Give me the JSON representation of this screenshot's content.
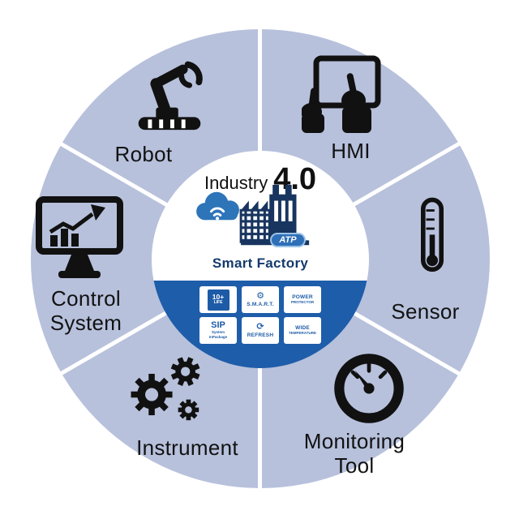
{
  "diagram": {
    "title_regular": "Industry",
    "title_big": "4.0",
    "smart_factory": "Smart Factory",
    "atp": "ATP"
  },
  "segments": [
    {
      "label": "Robot",
      "icon": "robot-arm-icon"
    },
    {
      "label": "HMI",
      "icon": "hmi-touch-tablet-icon"
    },
    {
      "label": "Sensor",
      "icon": "thermometer-icon"
    },
    {
      "label": "Monitoring Tool",
      "icon": "gauge-icon"
    },
    {
      "label": "Instrument",
      "icon": "gears-icon"
    },
    {
      "label": "Control System",
      "icon": "monitor-chart-icon"
    }
  ],
  "badges": [
    {
      "name": "life",
      "line1": "10+",
      "line2": "LIFE"
    },
    {
      "name": "smart",
      "glyph": "⚙",
      "line1": "S.M.A.R.T."
    },
    {
      "name": "power-protector",
      "line1": "POWER",
      "line2": "PROTECTOR"
    },
    {
      "name": "sip",
      "line1": "SIP",
      "line2": "System",
      "line3": "InPackage"
    },
    {
      "name": "refresh",
      "glyph": "⟳",
      "line1": "REFRESH"
    },
    {
      "name": "wide-temperature",
      "line1": "WIDE",
      "line2": "TEMPERATURE"
    }
  ],
  "colors": {
    "ring": "#b7c1dc",
    "divider": "#ffffff",
    "hub_blue": "#1e5da9",
    "factory_navy": "#18355f",
    "cloud_blue": "#2e74b8",
    "atp_pill_blue": "#2e6fb7",
    "icon_black": "#111111"
  }
}
